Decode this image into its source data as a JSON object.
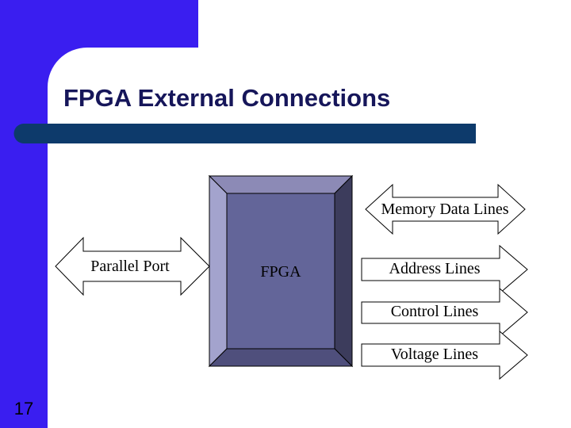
{
  "slide": {
    "title": "FPGA External Connections",
    "number": "17"
  },
  "diagram": {
    "chip_label": "FPGA",
    "left_connection": "Parallel Port",
    "right_connections": [
      "Memory Data Lines",
      "Address Lines",
      "Control Lines",
      "Voltage Lines"
    ]
  },
  "colors": {
    "sidebar": "#3a1ef0",
    "title_bar": "#0d3a6b",
    "chip_face": "#636599",
    "title_text": "#16165a"
  }
}
